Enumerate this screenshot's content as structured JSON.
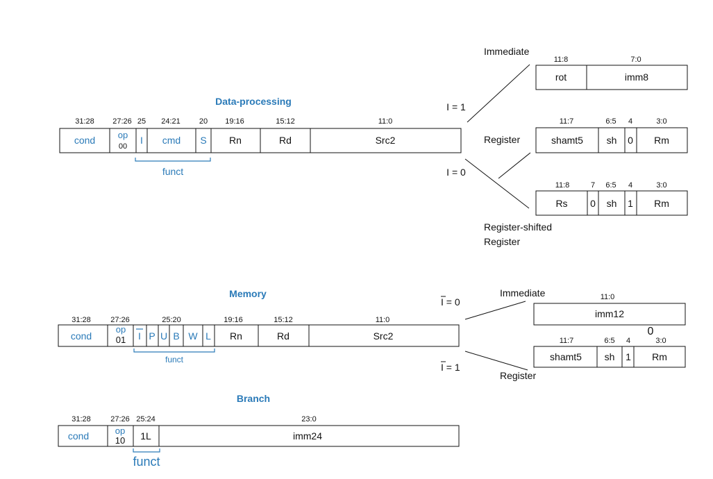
{
  "colors": {
    "accent": "#2a7ab8",
    "text": "#111111"
  },
  "dp": {
    "title": "Data-processing",
    "bits": {
      "cond": "31:28",
      "op": "27:26",
      "i": "25",
      "cmd": "24:21",
      "s": "20",
      "rn": "19:16",
      "rd": "15:12",
      "src2": "11:0"
    },
    "fields": {
      "cond": "cond",
      "op": "op",
      "op_val": "00",
      "i": "I",
      "cmd": "cmd",
      "s": "S",
      "rn": "Rn",
      "rd": "Rd",
      "src2": "Src2"
    },
    "funct": "funct",
    "i1": "I = 1",
    "i0": "I = 0"
  },
  "dp_imm": {
    "label": "Immediate",
    "bits": {
      "rot": "11:8",
      "imm8": "7:0"
    },
    "fields": {
      "rot": "rot",
      "imm8": "imm8"
    }
  },
  "dp_reg": {
    "label": "Register",
    "bits": {
      "shamt5": "11:7",
      "sh": "6:5",
      "zero": "4",
      "rm": "3:0"
    },
    "fields": {
      "shamt5": "shamt5",
      "sh": "sh",
      "zero": "0",
      "rm": "Rm"
    }
  },
  "dp_rsr": {
    "label_line1": "Register-shifted",
    "label_line2": "Register",
    "bits": {
      "rs": "11:8",
      "b7": "7",
      "sh": "6:5",
      "b4": "4",
      "rm": "3:0"
    },
    "fields": {
      "rs": "Rs",
      "zero": "0",
      "sh": "sh",
      "one": "1",
      "rm": "Rm"
    }
  },
  "mem": {
    "title": "Memory",
    "bits": {
      "cond": "31:28",
      "op": "27:26",
      "funct": "25:20",
      "rn": "19:16",
      "rd": "15:12",
      "src2": "11:0"
    },
    "fields": {
      "cond": "cond",
      "op": "op",
      "op_val": "01",
      "ibar": "I",
      "p": "P",
      "u": "U",
      "b": "B",
      "w": "W",
      "l": "L",
      "rn": "Rn",
      "rd": "Rd",
      "src2": "Src2"
    },
    "funct": "funct",
    "i0_letter": "I",
    "i0_rest": " = 0",
    "i1_letter": "I",
    "i1_rest": " = 1"
  },
  "mem_imm": {
    "label": "Immediate",
    "bits": {
      "imm12": "11:0"
    },
    "fields": {
      "imm12": "imm12"
    },
    "zero": "0"
  },
  "mem_reg": {
    "label": "Register",
    "bits": {
      "shamt5": "11:7",
      "sh": "6:5",
      "b4": "4",
      "rm": "3:0"
    },
    "fields": {
      "shamt5": "shamt5",
      "sh": "sh",
      "one": "1",
      "rm": "Rm"
    }
  },
  "br": {
    "title": "Branch",
    "bits": {
      "cond": "31:28",
      "op": "27:26",
      "funct": "25:24",
      "imm24": "23:0"
    },
    "fields": {
      "cond": "cond",
      "op": "op",
      "op_val": "10",
      "funct": "1L",
      "imm24": "imm24"
    },
    "funct": "funct"
  }
}
